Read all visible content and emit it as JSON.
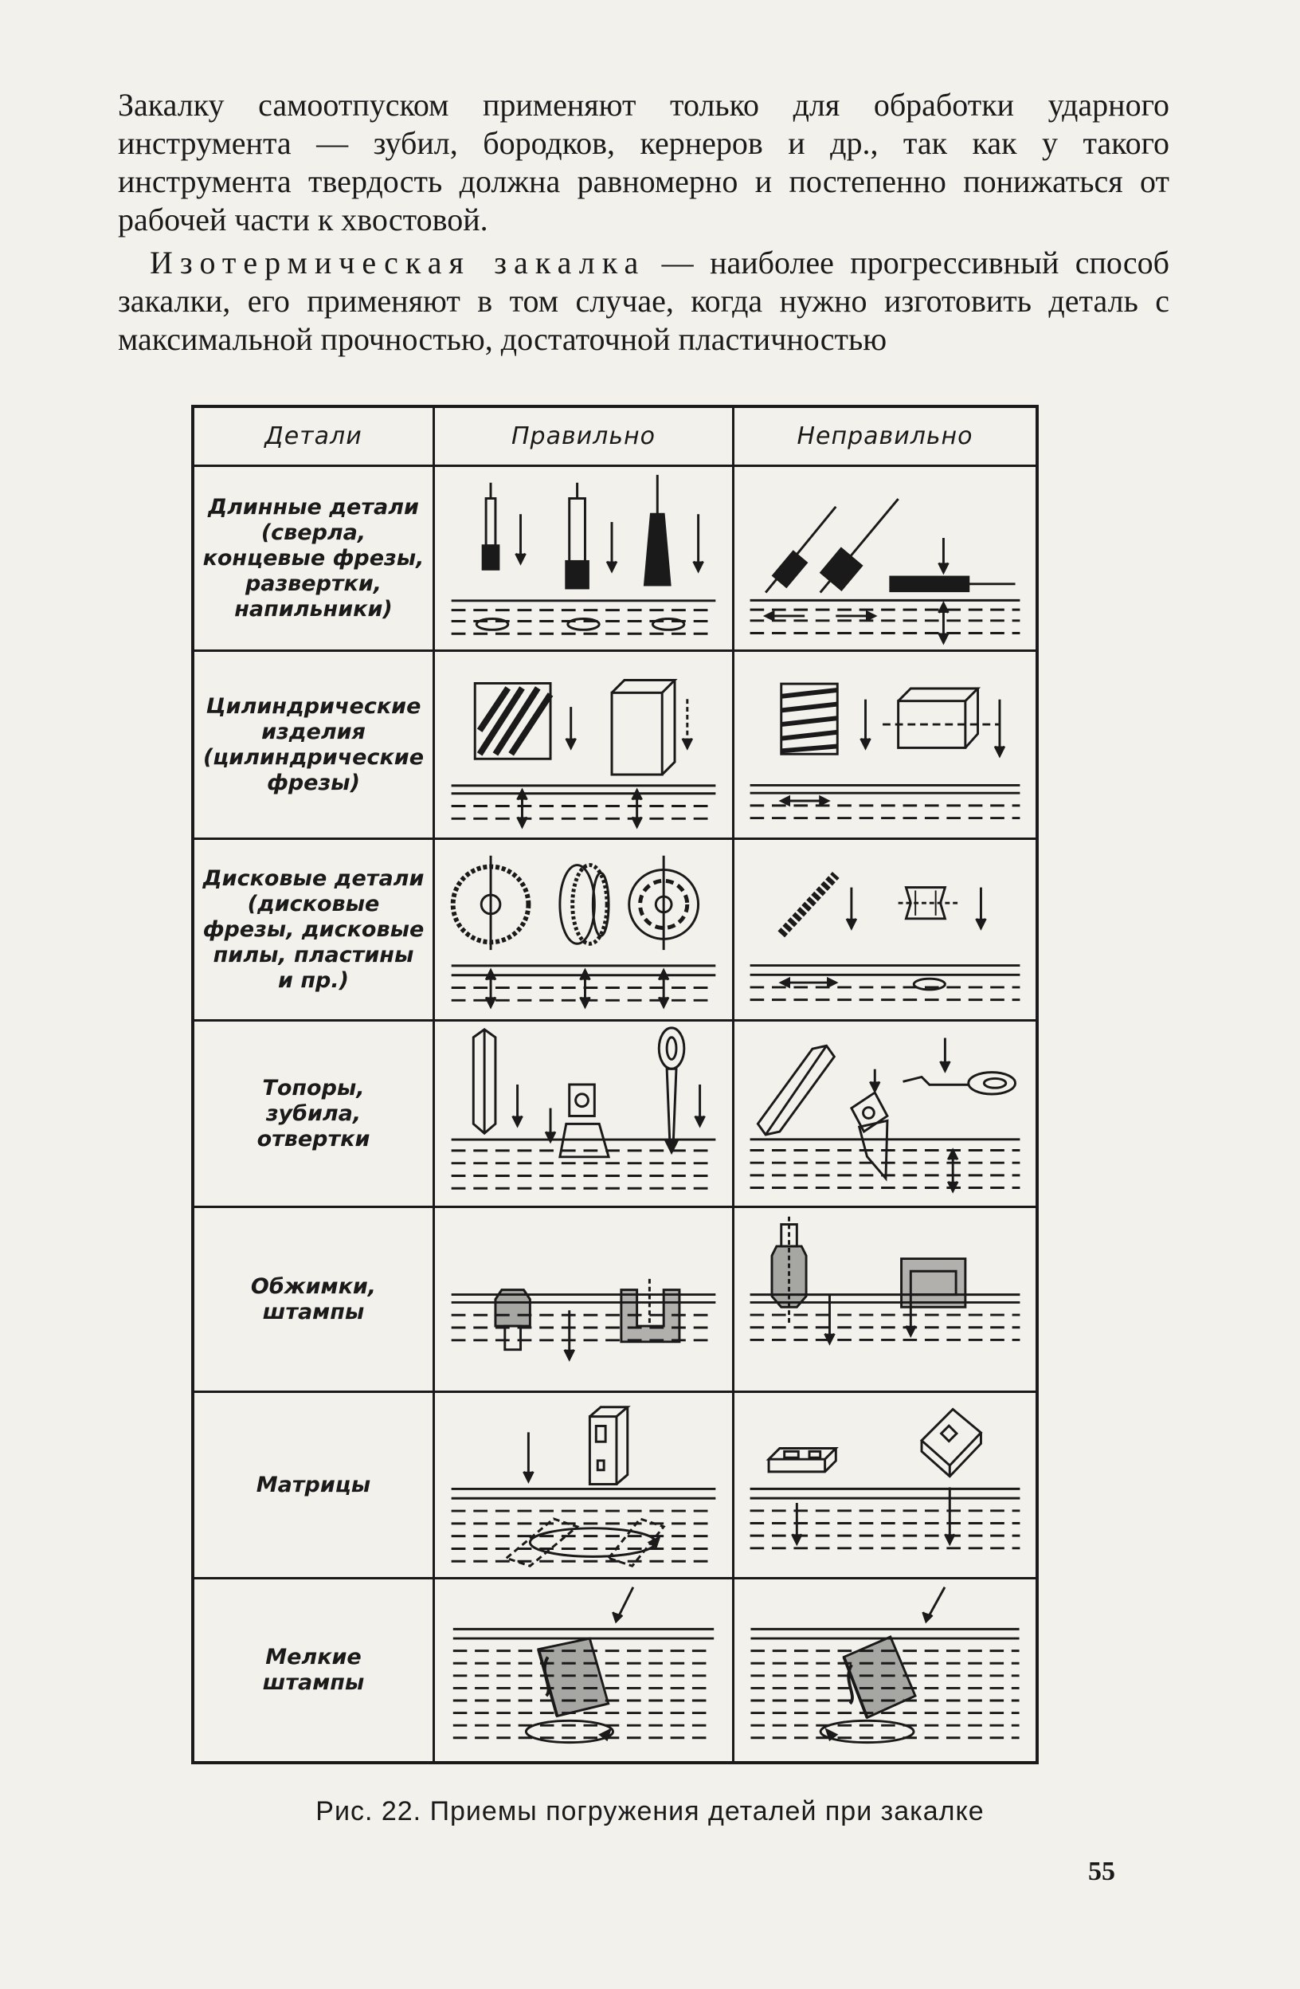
{
  "paragraphs": {
    "p1": "Закалку самоотпуском применяют только для обработки ударного инструмента — зубил, бородков, кернеров и др., так как у такого инструмента твердость должна равномерно и постепенно понижаться от рабочей части к хвостовой.",
    "p2_lead": "Изотермическая закалка",
    "p2_rest": " — наиболее прогрессивный способ закалки, его применяют в том случае, когда нужно изготовить деталь с максимальной прочностью, достаточной пластичностью"
  },
  "table": {
    "headers": [
      "Детали",
      "Правильно",
      "Неправильно"
    ],
    "rows": [
      "Длинные детали\n(сверла, концевые фрезы, развертки, напильники)",
      "Цилиндрические изделия\n(цилиндрические фрезы)",
      "Дисковые детали\n(дисковые фрезы, дисковые пилы, пластины и пр.)",
      "Топоры,\nзубила,\nотвертки",
      "Обжимки,\nштампы",
      "Матрицы",
      "Мелкие\nштампы"
    ]
  },
  "caption": "Рис. 22. Приемы погружения деталей при закалке",
  "page_number": "55"
}
